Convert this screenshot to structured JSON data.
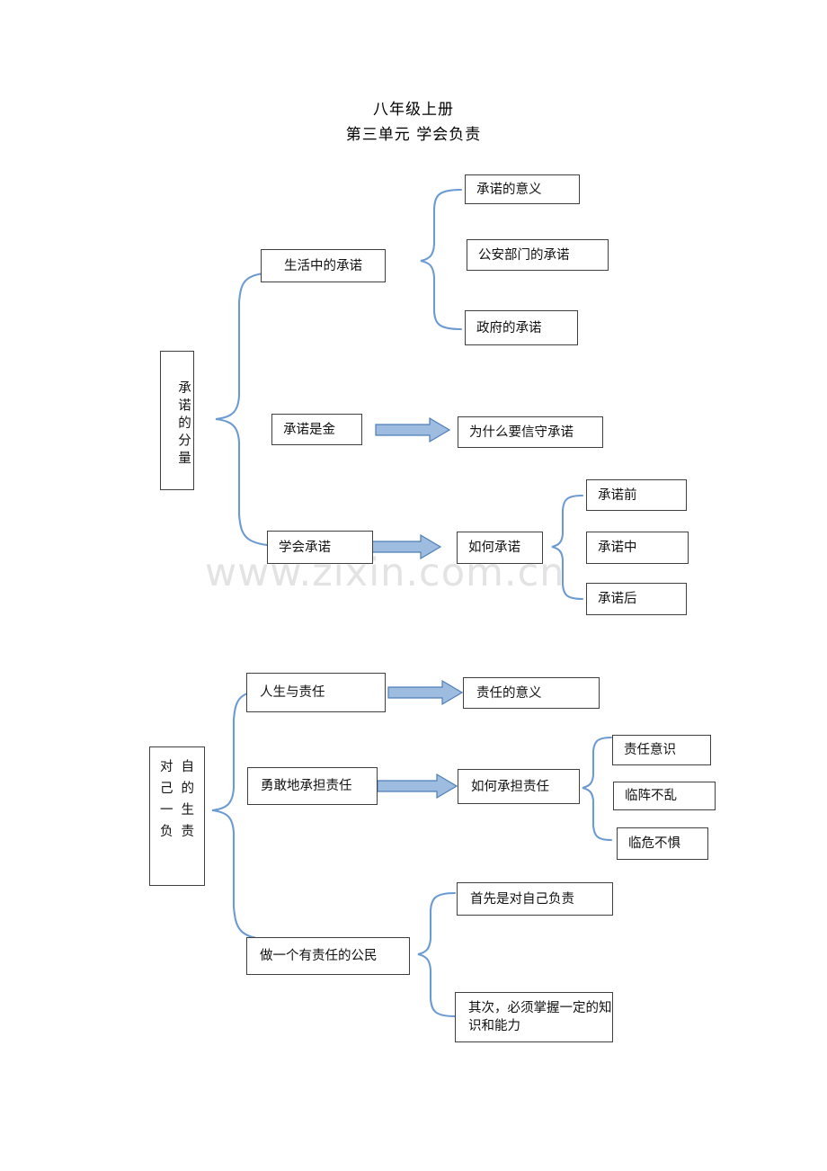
{
  "document": {
    "title_lines": [
      "八年级上册",
      "第三单元  学会负责"
    ],
    "watermark": "www.zixin.com.cn"
  },
  "diagram1": {
    "root": "承诺的分量",
    "branches": [
      {
        "label": "生活中的承诺",
        "connector": "brace",
        "children": [
          "承诺的意义",
          "公安部门的承诺",
          "政府的承诺"
        ]
      },
      {
        "label": "承诺是金",
        "connector": "arrow",
        "children": [
          "为什么要信守承诺"
        ]
      },
      {
        "label": "学会承诺",
        "connector": "arrow",
        "children": [
          "如何承诺"
        ],
        "grandchildren": [
          "承诺前",
          "承诺中",
          "承诺后"
        ]
      }
    ]
  },
  "diagram2": {
    "root": "对自己的一生负责",
    "root_cells": [
      "对",
      "自",
      "己",
      "的",
      "一",
      "生",
      "负",
      "责"
    ],
    "branches": [
      {
        "label": "人生与责任",
        "connector": "arrow",
        "children": [
          "责任的意义"
        ]
      },
      {
        "label": "勇敢地承担责任",
        "connector": "arrow",
        "children": [
          "如何承担责任"
        ],
        "grandchildren": [
          "责任意识",
          "临阵不乱",
          "临危不惧"
        ]
      },
      {
        "label": "做一个有责任的公民",
        "connector": "brace",
        "children": [
          "首先是对自己负责",
          "其次，必须掌握一定的知识和能力"
        ]
      }
    ]
  },
  "colors": {
    "connector": "#6c9bd2",
    "arrow_fill": "#9dbce0",
    "arrow_stroke": "#4d7fb8",
    "box_border": "#3f3f3f",
    "watermark": "#e3e3e3"
  }
}
